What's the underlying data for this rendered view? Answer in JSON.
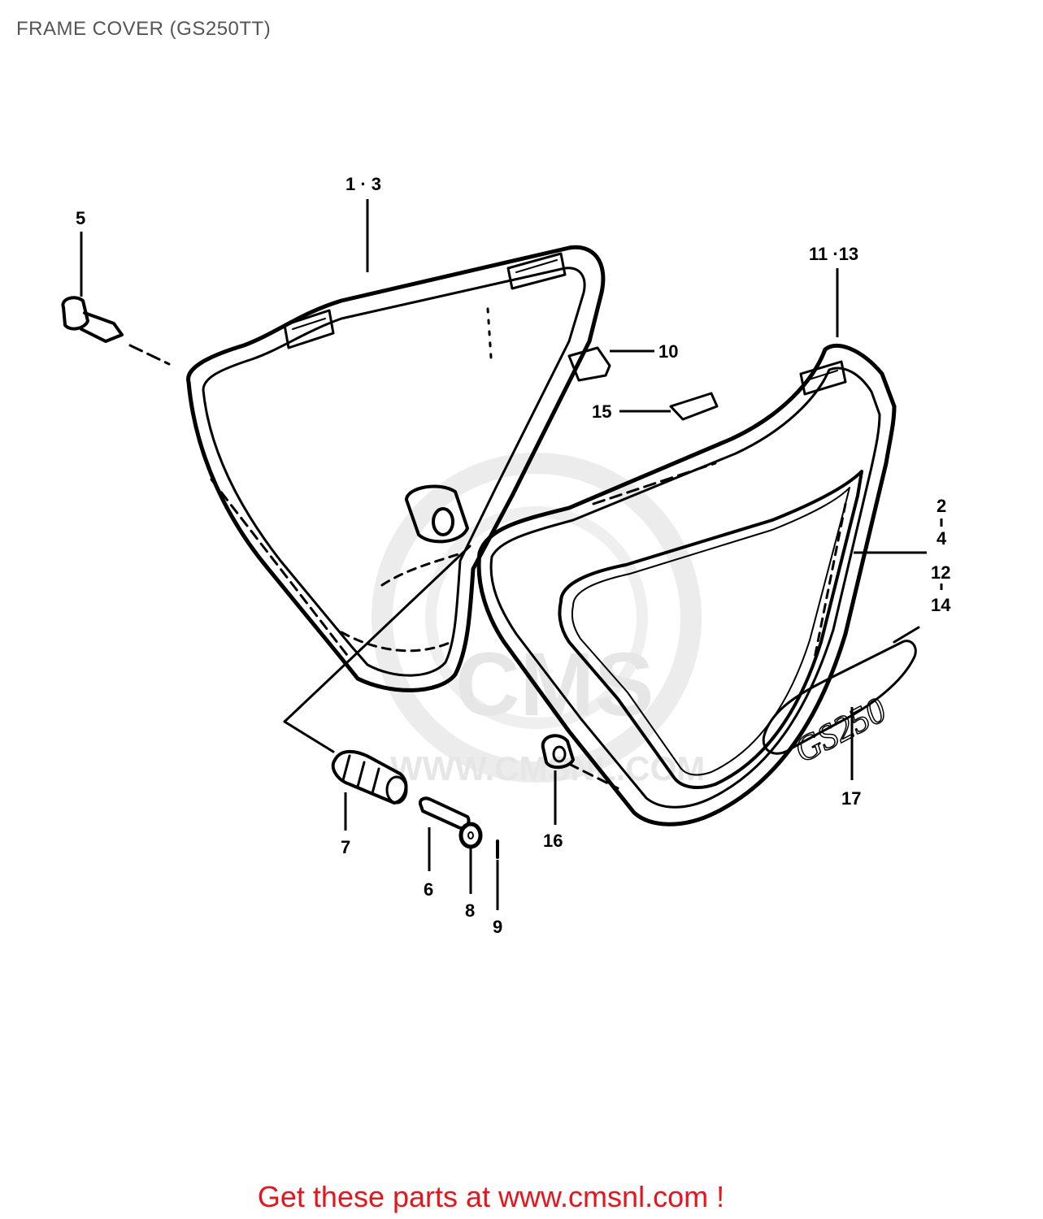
{
  "title": "FRAME COVER (GS250TT)",
  "callouts": {
    "c1_3": "1 · 3",
    "c5": "5",
    "c11_13": "11 ·13",
    "c10": "10",
    "c15": "15",
    "c2": "2",
    "c4": "4",
    "c12": "12",
    "c14": "14",
    "c17": "17",
    "c16": "16",
    "c7": "7",
    "c6": "6",
    "c8": "8",
    "c9": "9"
  },
  "watermark": {
    "logo": "CMS",
    "url": "WWW.CMSNL.COM"
  },
  "footer": "Get these parts at www.cmsnl.com !",
  "colors": {
    "footer": "#e8141c",
    "title": "#555555",
    "watermark": "#e6e6e6"
  }
}
